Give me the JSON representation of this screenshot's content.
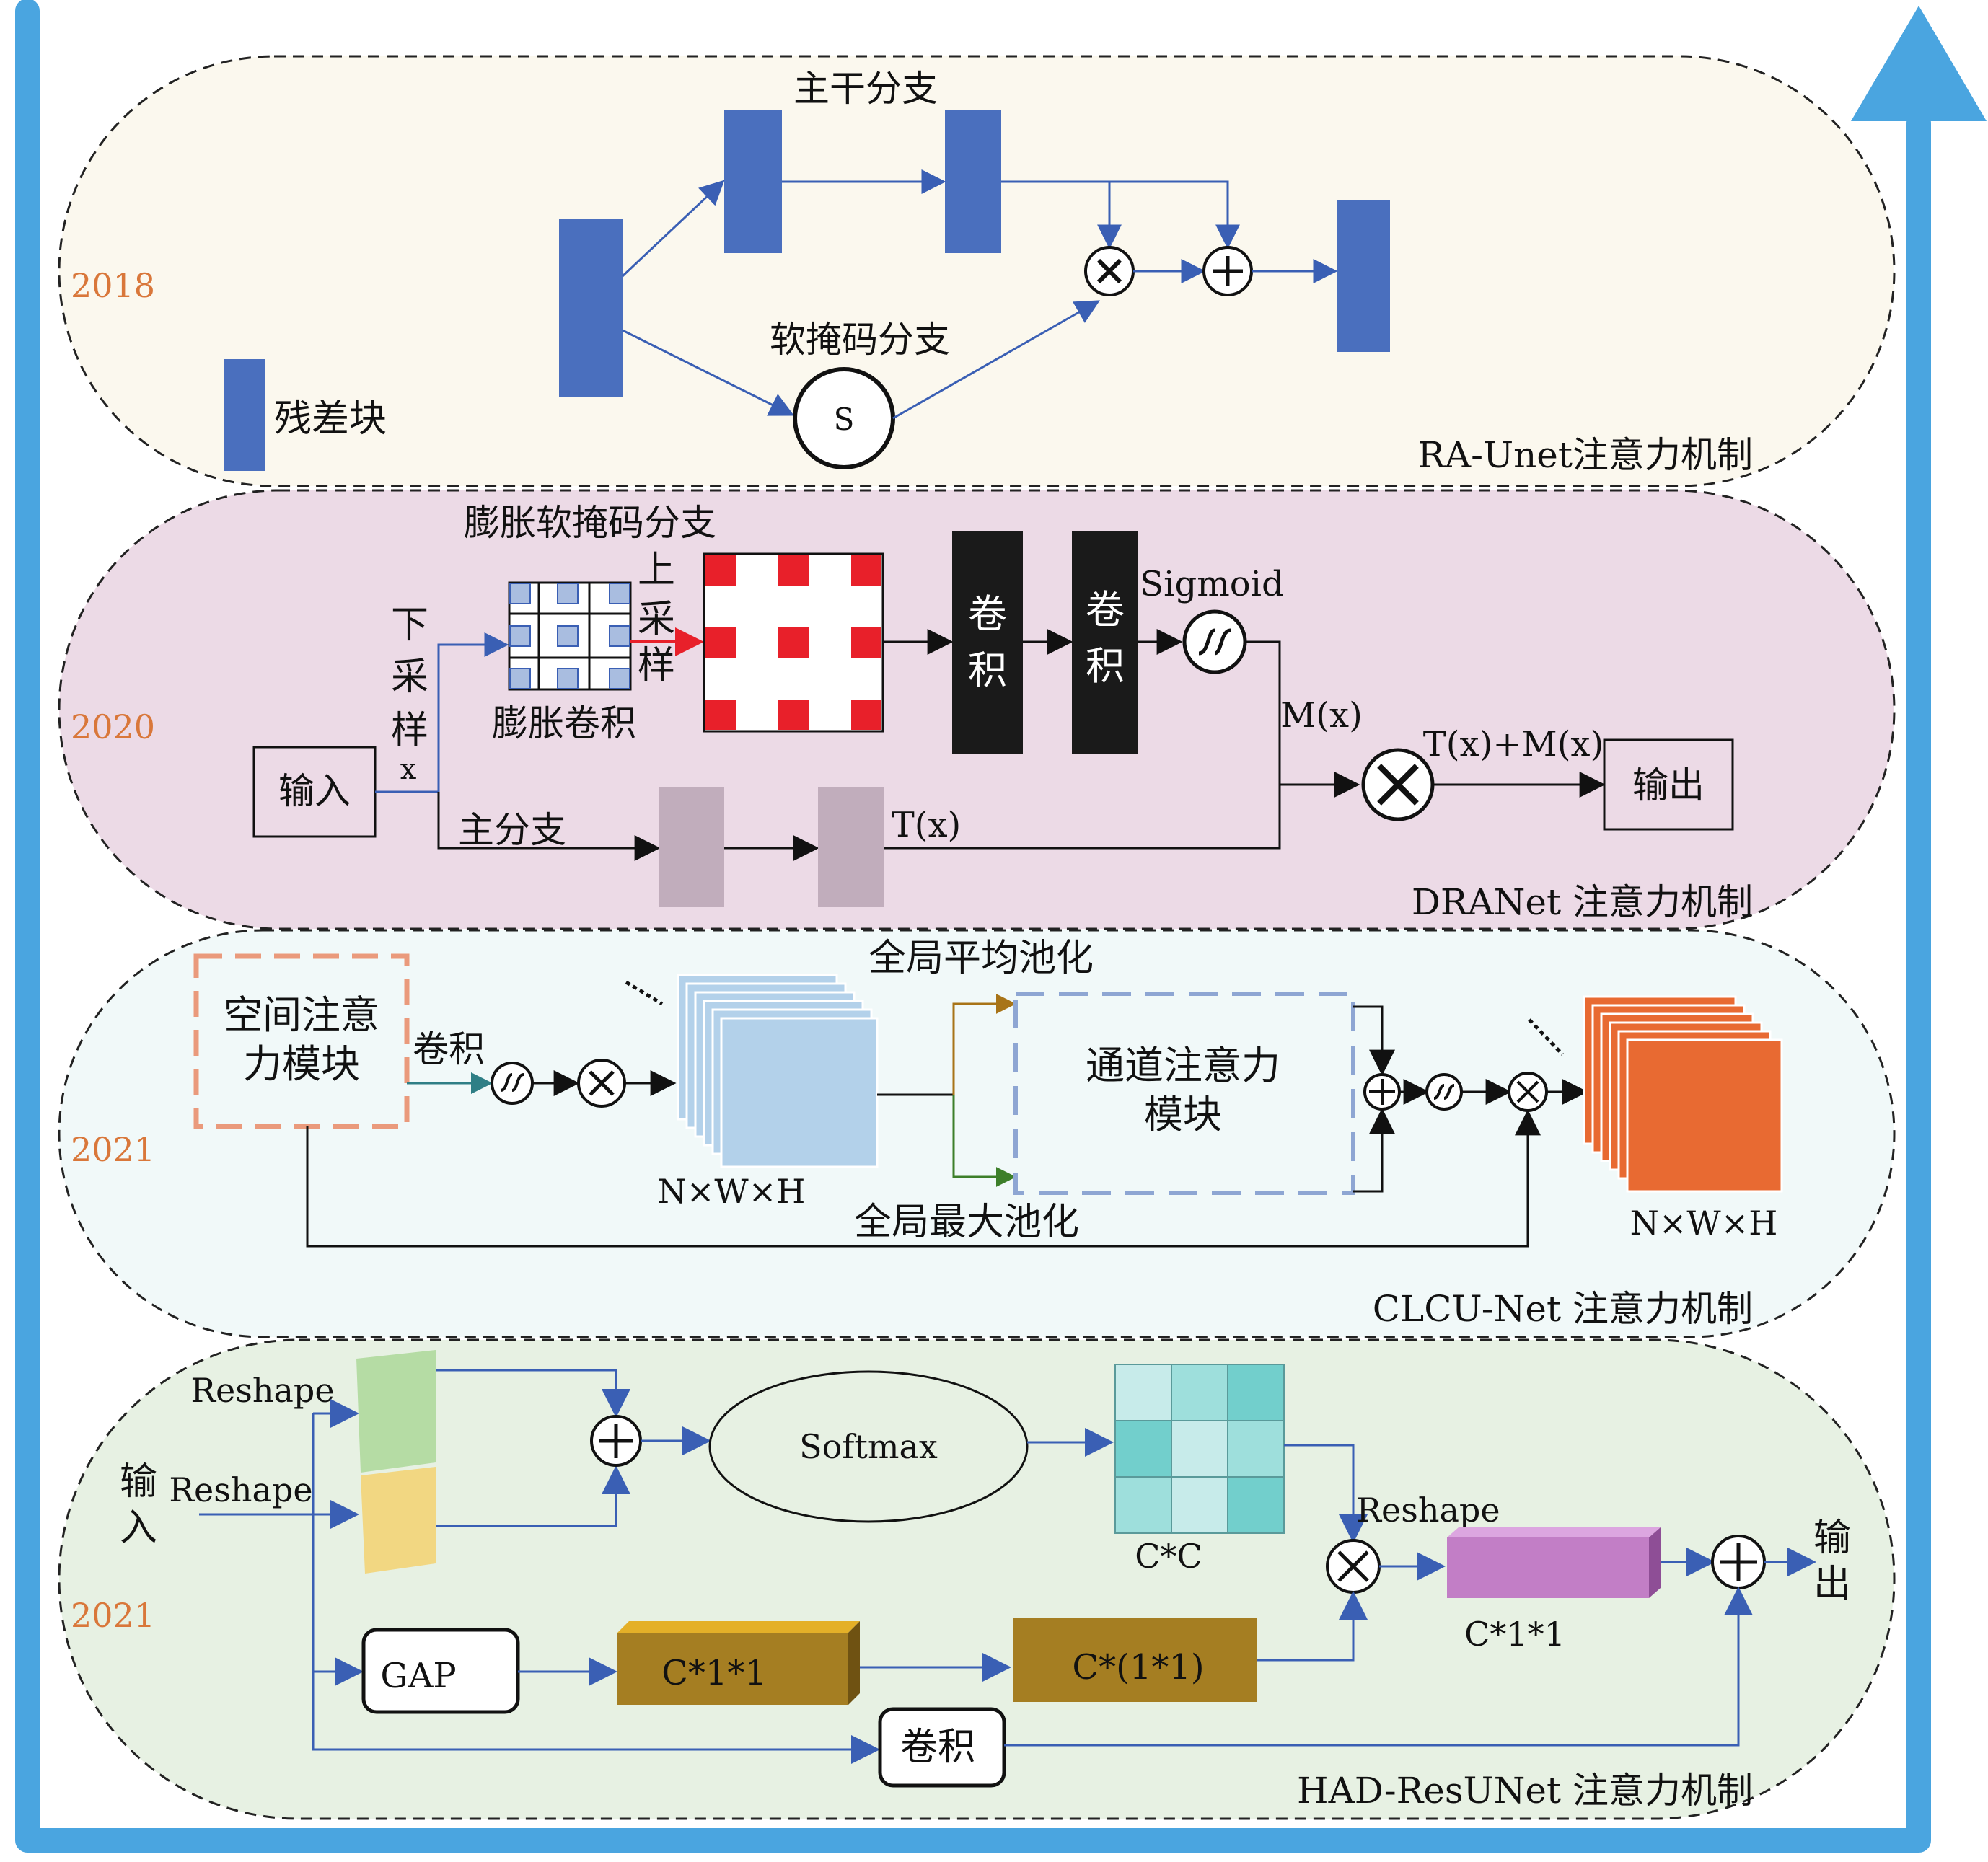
{
  "panels": [
    {
      "year": "2018",
      "title": "RA-Unet注意力机制",
      "trunk_label": "主干分支",
      "soft_mask_label": "软掩码分支",
      "sigmoid_symbol": "S",
      "legend_label": "残差块",
      "colors": {
        "background": "#fbf8ee",
        "block": "#4a6fbe"
      }
    },
    {
      "year": "2020",
      "title": "DRANet 注意力机制",
      "dilated_mask_label": "膨胀软掩码分支",
      "down_label": "下采样",
      "up_label": "上采样",
      "dilated_conv_label": "膨胀卷积",
      "conv_label_1": "卷积",
      "conv_label_2": "卷积",
      "sigmoid_label": "Sigmoid",
      "input_label": "输入",
      "x_label": "x",
      "main_branch_label": "主分支",
      "tx_label": "T(x)",
      "mx_label": "M(x)",
      "sum_label": "T(x)+M(x)",
      "output_label": "输出",
      "colors": {
        "background": "#ecdae6",
        "red": "#e8202a",
        "blue_cell": "#a9bde0",
        "dark": "#1a1a1a",
        "mauve": "#c1adbc"
      }
    },
    {
      "year": "2021",
      "title": "CLCU-Net 注意力机制",
      "spatial_label": "空间注意力模块",
      "conv_label": "卷积",
      "gap_label": "全局平均池化",
      "gmp_label": "全局最大池化",
      "channel_label": "通道注意力模块",
      "nwh_left": "N×W×H",
      "nwh_right": "N×W×H",
      "colors": {
        "background": "#f1f9f9",
        "blue_stack": "#b3d1ea",
        "orange_stack": "#e86a32",
        "salmon": "#ea9a7c",
        "dashed_blue": "#8ea6d3"
      }
    },
    {
      "year": "2021",
      "title": "HAD-ResUNet 注意力机制",
      "input_label": "输入",
      "reshape_1": "Reshape",
      "reshape_2": "Reshape",
      "reshape_3": "Reshape",
      "softmax_label": "Softmax",
      "cc_label": "C*C",
      "c11_label": "C*1*1",
      "gap_label": "GAP",
      "c11_box_label": "C*1*1",
      "c_1_1_box_label": "C*(1*1)",
      "conv_label": "卷积",
      "output_label": "输出",
      "colors": {
        "background": "#e7f1e3",
        "green_para": "#b5dca4",
        "yellow_para": "#f2d782",
        "gold_box": "#a57e22",
        "gold_top": "#e4b028",
        "purple": "#c27ec6",
        "teal_dark": "#72cfcc",
        "teal_light": "#c7ebea"
      }
    }
  ],
  "timeline": {
    "color": "#4aa5e0"
  },
  "year_color": "#d9773a"
}
